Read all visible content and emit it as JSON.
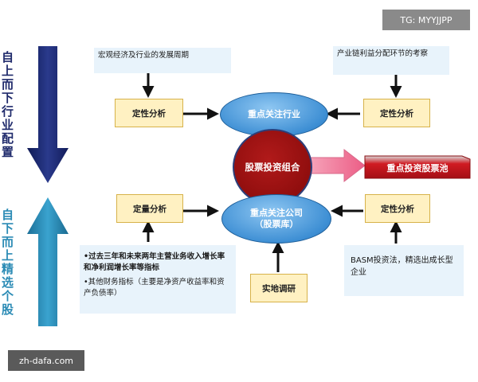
{
  "left_labels": {
    "top_down": [
      "自",
      "上",
      "而",
      "下",
      "行",
      "业",
      "配",
      "置"
    ],
    "bottom_up": [
      "自",
      "下",
      "而",
      "上",
      "精",
      "选",
      "个",
      "股"
    ]
  },
  "top_left_box": "宏观经济及行业的发展周期",
  "top_right_box": "产业链利益分配环节的考察",
  "qualitative_left_top": "定性分析",
  "qualitative_right_top": "定性分析",
  "focus_industry": "重点关注行业",
  "portfolio": "股票投资组合",
  "stock_pool": "重点投资股票池",
  "quantitative": "定量分析",
  "qualitative_right_bottom": "定性分析",
  "focus_company": {
    "line1": "重点关注公司",
    "line2": "（股票库）"
  },
  "bottom_left_box": {
    "bullet1": "•过去三年和未来两年主营业务收入增长率和净利润增长率等指标",
    "bullet2": "•其他财务指标（主要是净资产收益率和资产负债率）"
  },
  "field_research": "实地调研",
  "bottom_right_box": "BASM投资法，精选出成长型企业",
  "watermark_top": "TG: MYYJJPP",
  "watermark_bottom": "zh-dafa.com",
  "colors": {
    "dark_arrow": "#1f2a6b",
    "teal_arrow": "#2b8bb5",
    "ellipse": "#3e8fd4",
    "circle": "#8e0d0d",
    "pink_arrow": "#f07a9a",
    "pool_bar": "#c8141c"
  }
}
